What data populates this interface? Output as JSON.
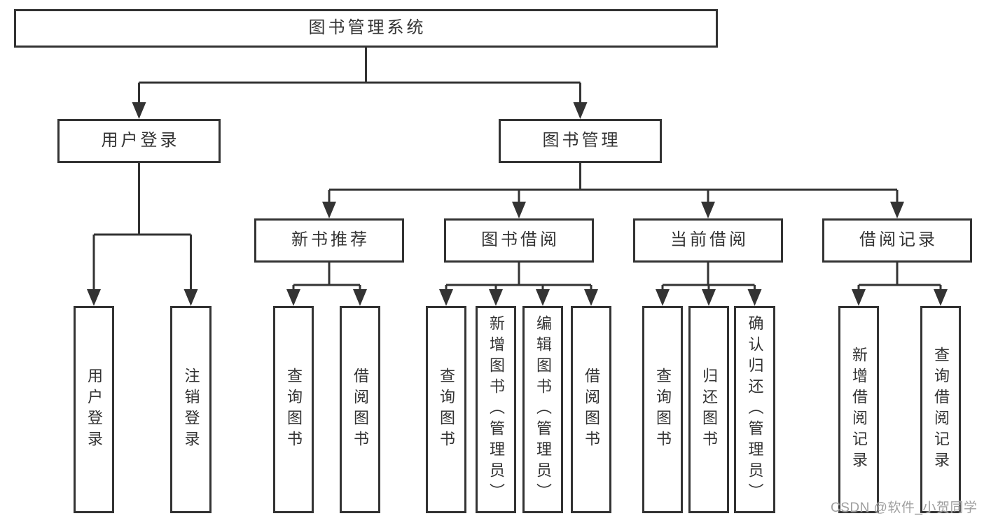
{
  "tree": {
    "root": "图书管理系统",
    "branches": [
      {
        "label": "用户登录",
        "children": [
          {
            "label": "用户登录"
          },
          {
            "label": "注销登录"
          }
        ]
      },
      {
        "label": "图书管理",
        "children": [
          {
            "label": "新书推荐",
            "children": [
              {
                "label": "查询图书"
              },
              {
                "label": "借阅图书"
              }
            ]
          },
          {
            "label": "图书借阅",
            "children": [
              {
                "label": "查询图书"
              },
              {
                "label": "新增图书（管理员）"
              },
              {
                "label": "编辑图书（管理员）"
              },
              {
                "label": "借阅图书"
              }
            ]
          },
          {
            "label": "当前借阅",
            "children": [
              {
                "label": "查询图书"
              },
              {
                "label": "归还图书"
              },
              {
                "label": "确认归还（管理员）"
              }
            ]
          },
          {
            "label": "借阅记录",
            "children": [
              {
                "label": "新增借阅记录"
              },
              {
                "label": "查询借阅记录"
              }
            ]
          }
        ]
      }
    ]
  },
  "watermark": {
    "text": "CSDN @软件_小贺同学"
  },
  "colors": {
    "line": "#333333",
    "box_border": "#333333",
    "box_background": "#ffffff",
    "text": "#333333",
    "watermark": "#9f9f9f",
    "background": "#ffffff"
  }
}
